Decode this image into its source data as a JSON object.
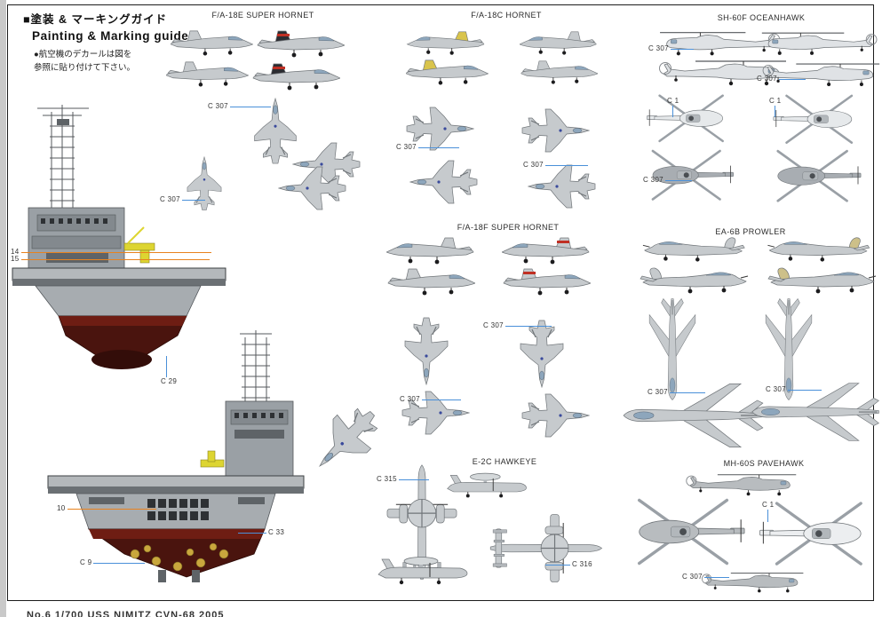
{
  "header": {
    "title_jp": "■塗装 & マーキングガイド",
    "title_en": "Painting & Marking guide",
    "note1": "●航空機のデカールは図を",
    "note2": "参照に貼り付けて下さい。"
  },
  "sections": {
    "f18e": {
      "title": "F/A-18E SUPER HORNET",
      "labels": [
        "C 307",
        "C 307"
      ]
    },
    "f18c": {
      "title": "F/A-18C HORNET",
      "labels": [
        "C 307",
        "C 307"
      ]
    },
    "sh60f": {
      "title": "SH-60F OCEANHAWK",
      "labels": [
        "C 307",
        "C 307",
        "C 1",
        "C 1",
        "C 307"
      ]
    },
    "f18f": {
      "title": "F/A-18F SUPER HORNET",
      "labels": [
        "C 307",
        "C 307"
      ]
    },
    "ea6b": {
      "title": "EA-6B PROWLER",
      "labels": [
        "C 307",
        "C 307"
      ]
    },
    "e2c": {
      "title": "E-2C HAWKEYE",
      "labels": [
        "C 315",
        "C 316"
      ]
    },
    "mh60s": {
      "title": "MH-60S PAVEHAWK",
      "labels": [
        "C 1",
        "C 307"
      ]
    },
    "carrier": {
      "labels": [
        "14",
        "15",
        "C 29",
        "10",
        "C 33",
        "C 9"
      ]
    }
  },
  "footer": {
    "text": "No.6  1/700  USS NIMITZ CVN-68  2005"
  },
  "colors": {
    "callout_blue": "#4a90d9",
    "callout_orange": "#e8821e",
    "hull_red": "#4a140e",
    "aircraft_gray": "#c6cacd",
    "tail_black": "#2c2c31",
    "tail_yellow": "#d9c44c",
    "stripe_red": "#c03024",
    "crane_yellow": "#ddd531"
  }
}
